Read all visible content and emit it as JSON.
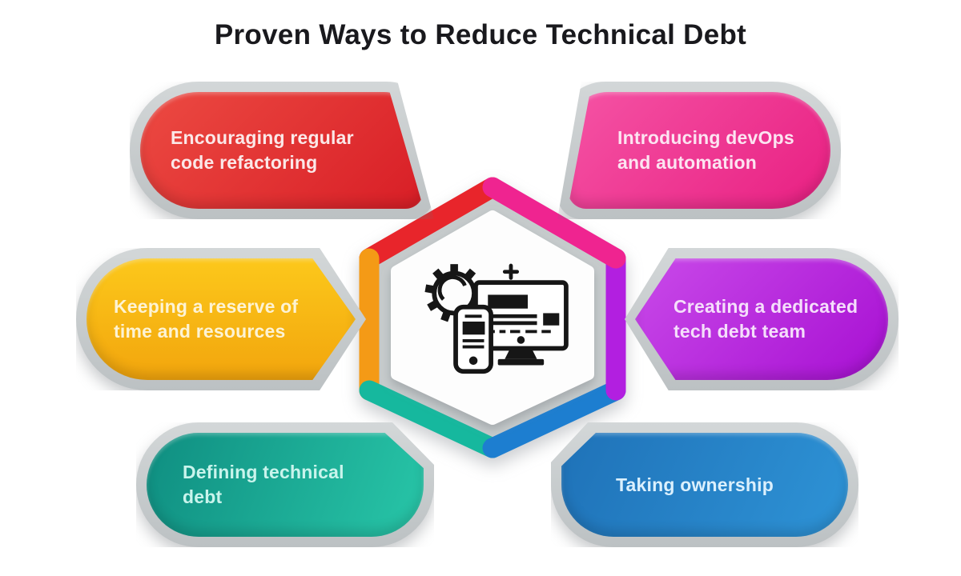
{
  "title": "Proven Ways to Reduce Technical Debt",
  "cards": [
    {
      "label": "Encouraging regular code refactoring",
      "lines": [
        "Encouraging regular",
        "code refactoring"
      ],
      "gradient": [
        "#ec4a42",
        "#d81e26"
      ],
      "text_color": "#fbe8e8"
    },
    {
      "label": "Introducing devOps and automation",
      "lines": [
        "Introducing devOps",
        "and automation"
      ],
      "gradient": [
        "#f553a4",
        "#e81f82"
      ],
      "text_color": "#fce4f1"
    },
    {
      "label": "Keeping a reserve of time and resources",
      "lines": [
        "Keeping a reserve of",
        "time and resources"
      ],
      "gradient": [
        "#fcc81b",
        "#f2a50d"
      ],
      "text_color": "#fdf3d4"
    },
    {
      "label": "Creating a dedicated tech debt team",
      "lines": [
        "Creating a dedicated",
        "tech debt team"
      ],
      "gradient": [
        "#c94ae9",
        "#a70fd2"
      ],
      "text_color": "#f5defb"
    },
    {
      "label": "Defining technical debt",
      "lines": [
        "Defining technical",
        "debt"
      ],
      "gradient": [
        "#0f8e81",
        "#28c6a8"
      ],
      "text_color": "#c9f4ec"
    },
    {
      "label": "Taking ownership",
      "lines": [
        "Taking ownership"
      ],
      "gradient": [
        "#1f72b8",
        "#2e93d6"
      ],
      "text_color": "#dbf0fd"
    }
  ],
  "center": {
    "icon": "devices-gear-icon",
    "edges": {
      "top_left": "#e8252b",
      "left": "#f49a16",
      "bottom_left": "#16b89e",
      "bottom_right": "#1d7ed0",
      "right": "#b21fe0",
      "top_right": "#ef2490"
    }
  }
}
